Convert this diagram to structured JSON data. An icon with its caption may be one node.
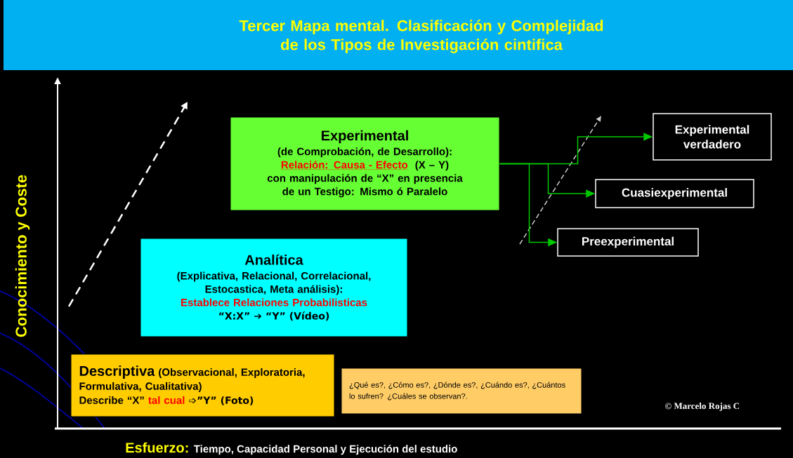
{
  "diagram": {
    "title": "Tercer Mapa mental. Clasificación y Complejidad de los Tipos de Investigación cintifica",
    "nodes": [
      {
        "text": [
          "Experimental",
          "(de Comprobación, de Desarrollo):",
          "Relación: Causa -  Efecto",
          "(X – Y)",
          "con manipulación de “X” en presencia de un Testigo: Mismo ó Paralelo"
        ]
      },
      {
        "text": [
          "Experimental verdadero"
        ]
      },
      {
        "text": [
          "Cuasiexperimental"
        ]
      },
      {
        "text": [
          "Preexperimental"
        ]
      },
      {
        "text": [
          "Analítica",
          "(Explicativa, Relacional, Correlacional, Estocastica, Meta análisis):",
          "Establece Relaciones Probabilisticas",
          "“X:X” ➔ “Y” (Vídeo)"
        ]
      },
      {
        "text": [
          "Descriptiva",
          "(Observacional, Exploratoria, Formulativa, Cualitativa)",
          "Describe “X”",
          "tal cual",
          "➩”Y” (Foto)"
        ]
      },
      {
        "text": [
          "¿Qué es?, ¿Cómo es?, ¿Dónde es?, ¿Cuándo es?, ¿Cuántos lo sufren? ¿Cuáles se observan?."
        ]
      }
    ],
    "edges": [
      {
        "from": 0,
        "to": 1,
        "arrow": "to"
      },
      {
        "from": 0,
        "to": 2,
        "arrow": "to"
      },
      {
        "from": 0,
        "to": 3,
        "arrow": "to"
      }
    ],
    "labels": [
      "Conocimiento y Coste",
      "Esfuerzo:",
      "Tiempo, Capacidad Personal y Ejecución del estudio",
      "© Marcelo Rojas C"
    ]
  }
}
